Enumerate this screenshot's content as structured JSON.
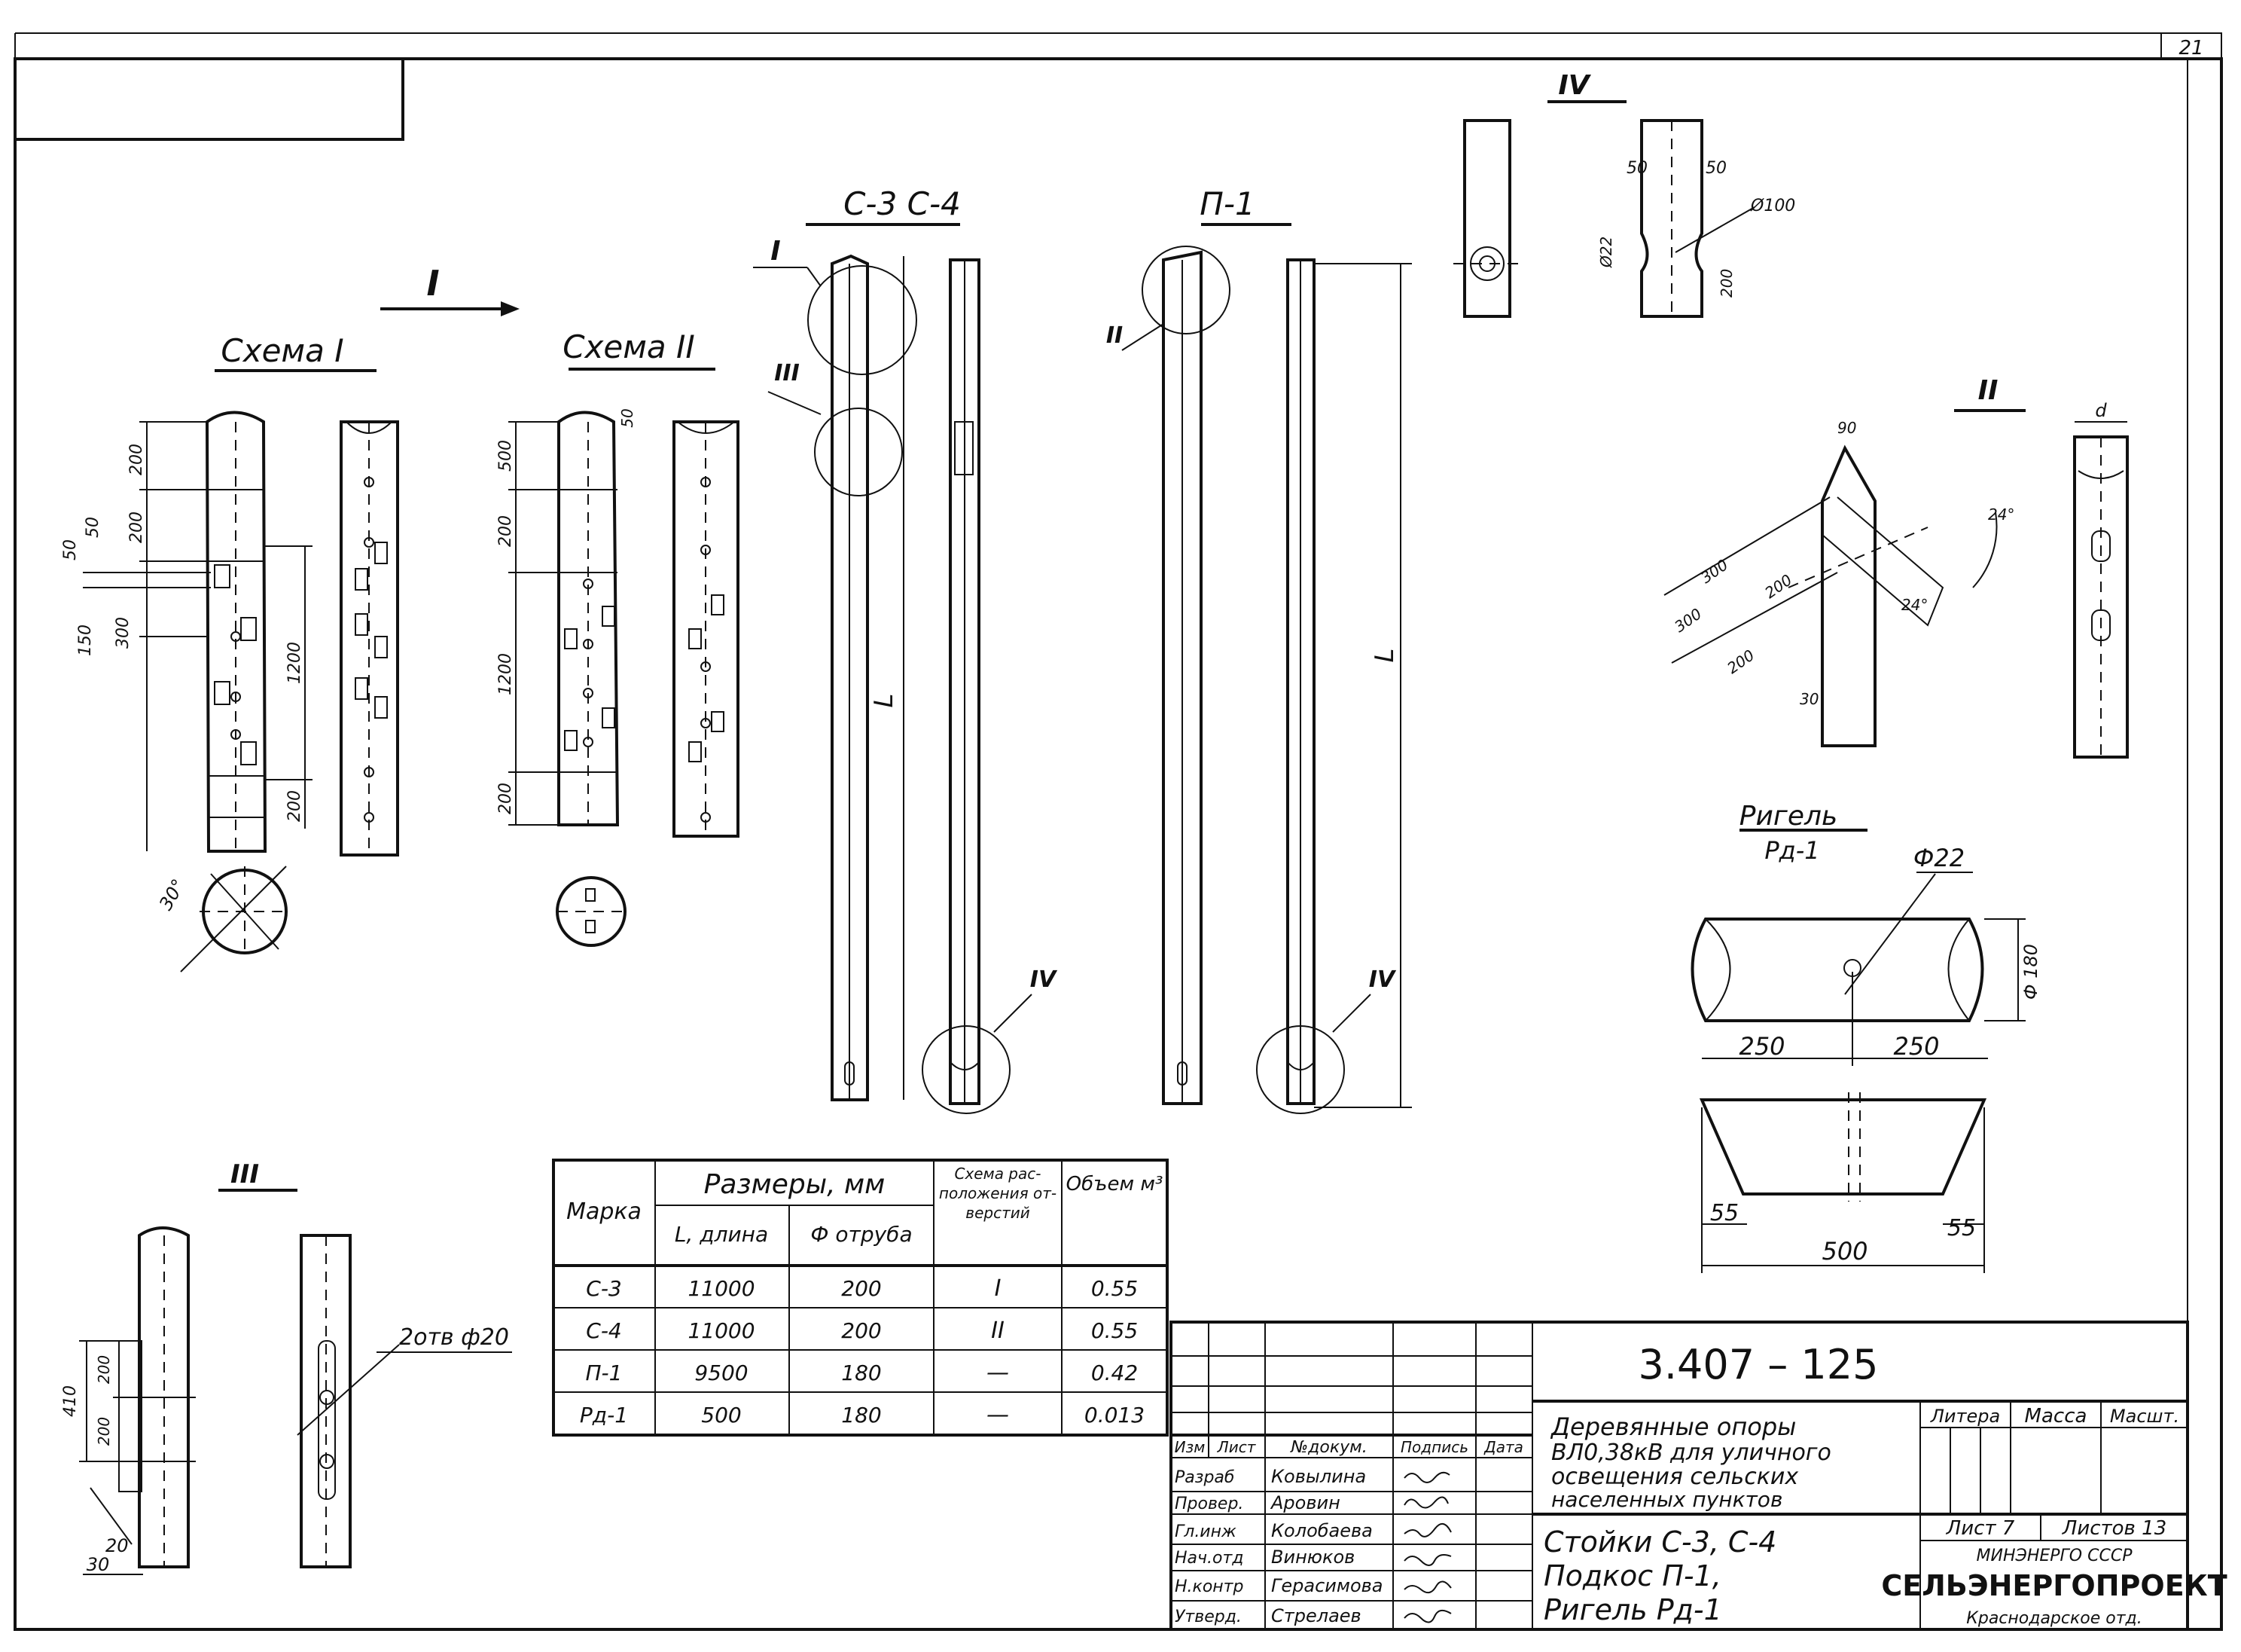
{
  "sheet_number": "21",
  "views": {
    "v1": {
      "label": "I"
    },
    "v2": {
      "label": "II"
    },
    "v3": {
      "label": "III"
    },
    "v4": {
      "label": "IV"
    }
  },
  "scheme1": {
    "title": "Схема I",
    "dims": [
      "200",
      "200",
      "50",
      "50",
      "150",
      "300",
      "1200",
      "200"
    ],
    "angle": "30°"
  },
  "scheme2": {
    "title": "Схема II",
    "dims": [
      "500",
      "50",
      "200",
      "1200",
      "200"
    ]
  },
  "c3c4": {
    "title": "С-3  С-4",
    "length_label": "L",
    "callouts": [
      "I",
      "III",
      "IV"
    ]
  },
  "p1": {
    "title": "П-1",
    "length_label": "L",
    "callouts": [
      "II",
      "IV"
    ]
  },
  "detail4": {
    "dims": [
      "50",
      "50",
      "Ø22",
      "200"
    ],
    "hole": "Ø100"
  },
  "detail2": {
    "dims": [
      "90",
      "300",
      "200",
      "300",
      "200",
      "30",
      "24°",
      "24°",
      "d"
    ]
  },
  "rigel": {
    "title": "Ригель",
    "subtitle": "Рд-1",
    "dia": "Ф22",
    "height": "Ф 180",
    "half1": "250",
    "half2": "250",
    "bevel1": "55",
    "bevel2": "55",
    "total": "500"
  },
  "detail3": {
    "note": "2отв ф20",
    "dims": [
      "410",
      "200",
      "200",
      "20",
      "30"
    ]
  },
  "table": {
    "header_mark": "Марка",
    "header_dims": "Размеры, мм",
    "header_len": "L, длина",
    "header_dia": "Ф отруба",
    "header_scheme": "Схема рас-положения от-верстий",
    "header_vol": "Объем м³",
    "rows": [
      {
        "mark": "С-3",
        "len": "11000",
        "dia": "200",
        "scheme": "I",
        "vol": "0.55"
      },
      {
        "mark": "С-4",
        "len": "11000",
        "dia": "200",
        "scheme": "II",
        "vol": "0.55"
      },
      {
        "mark": "П-1",
        "len": "9500",
        "dia": "180",
        "scheme": "—",
        "vol": "0.42"
      },
      {
        "mark": "Рд-1",
        "len": "500",
        "dia": "180",
        "scheme": "—",
        "vol": "0.013"
      }
    ]
  },
  "stamp": {
    "doc_code": "3.407 – 125",
    "description": [
      "Деревянные опоры",
      "ВЛ0,38кВ для уличного",
      "освещения сельских",
      "населенных пунктов"
    ],
    "sheet_title": [
      "Стойки С-3, С-4",
      "Подкос П-1,",
      "Ригель Рд-1"
    ],
    "col_heads": [
      "Изм",
      "Лист",
      "№докум.",
      "Подпись",
      "Дата"
    ],
    "roles": [
      {
        "role": "Разраб",
        "name": "Ковылина"
      },
      {
        "role": "Провер.",
        "name": "Аровин"
      },
      {
        "role": "Гл.инж",
        "name": "Колобаева"
      },
      {
        "role": "Нач.отд",
        "name": "Винюков"
      },
      {
        "role": "Н.контр",
        "name": "Герасимова"
      },
      {
        "role": "Утверд.",
        "name": "Стрелаев"
      }
    ],
    "litera": "Литера",
    "massa": "Масса",
    "masshtab": "Масшт.",
    "list": "Лист 7",
    "listov": "Листов 13",
    "org1": "МИНЭНЕРГО СССР",
    "org2": "СЕЛЬЭНЕРГОПРОЕКТ",
    "org3": "Краснодарское отд."
  }
}
